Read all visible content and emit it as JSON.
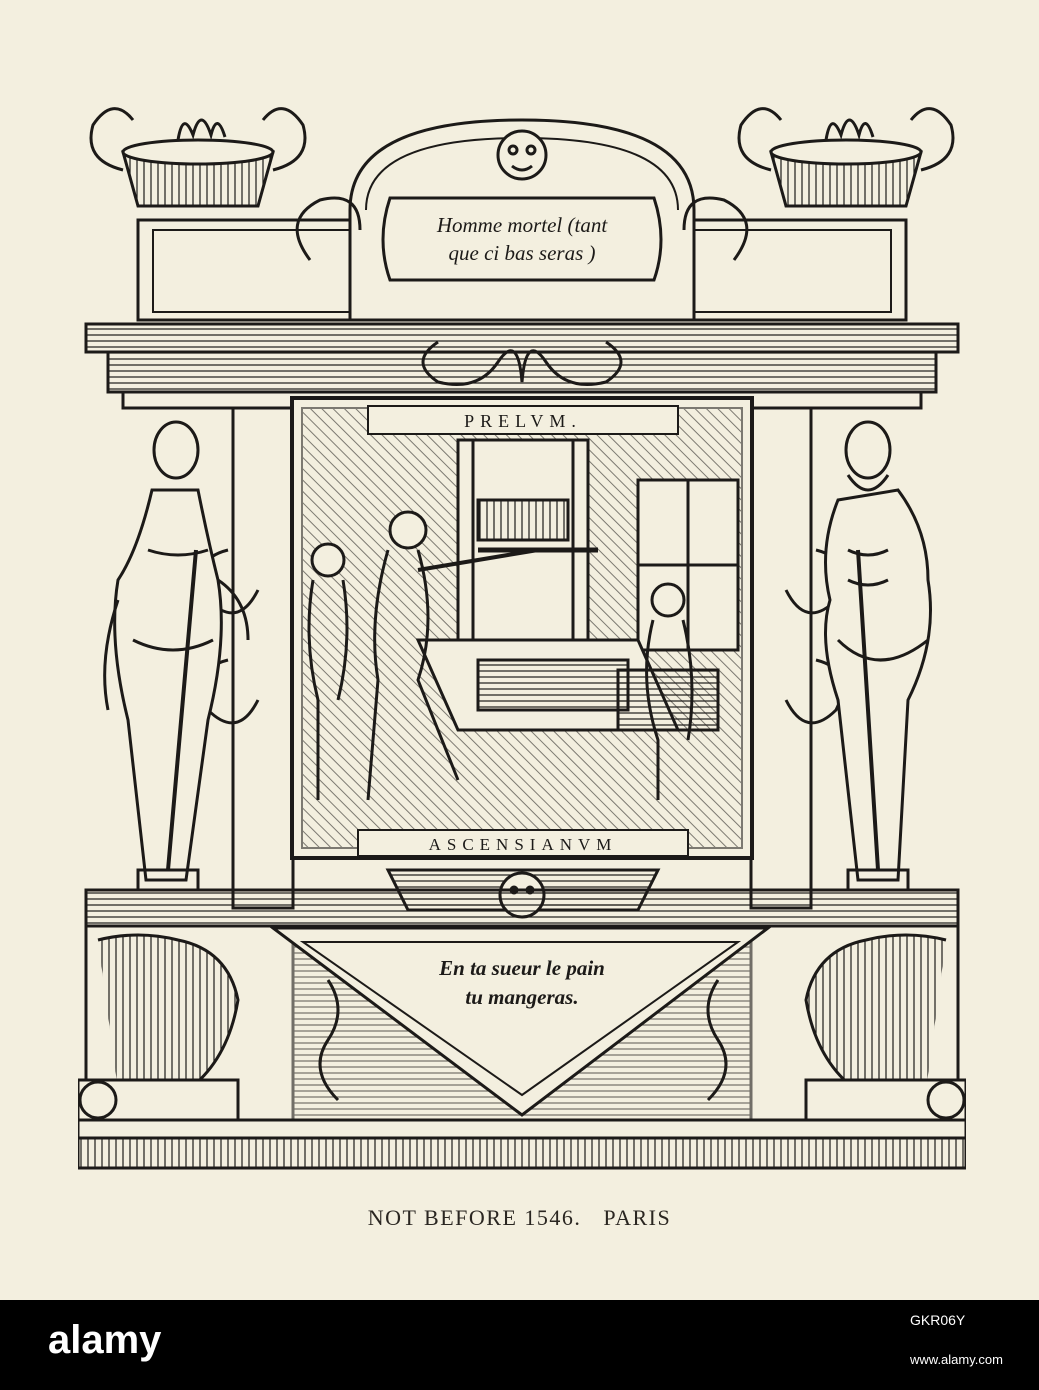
{
  "colors": {
    "paper": "#f3efdf",
    "ink": "#1c1a18",
    "footer": "#000000",
    "footer_text": "#ffffff"
  },
  "woodcut": {
    "upper_motto_line1": "Homme mortel (tant",
    "upper_motto_line2": "que ci bas seras )",
    "top_plate": "PRELVM.",
    "bottom_plate": "ASCENSIANVM",
    "lower_motto_line1": "En ta sueur le pain",
    "lower_motto_line2": "tu mangeras."
  },
  "caption": {
    "part1": "NOT BEFORE 1546.",
    "part2": "PARIS"
  },
  "footer": {
    "logo": "alamy",
    "stock_id": "GKR06Y",
    "url": "www.alamy.com"
  }
}
